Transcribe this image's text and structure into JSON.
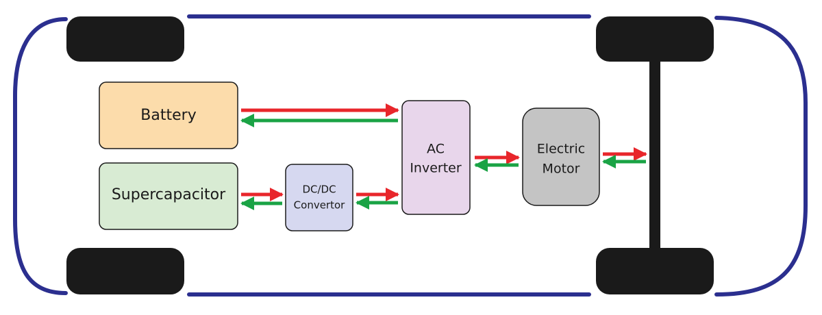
{
  "components": {
    "battery": {
      "label": "Battery"
    },
    "supercapacitor": {
      "label": "Supercapacitor"
    },
    "dcdc": {
      "line1": "DC/DC",
      "line2": "Convertor"
    },
    "inverter": {
      "line1": "AC",
      "line2": "Inverter"
    },
    "motor": {
      "line1": "Electric",
      "line2": "Motor"
    }
  },
  "colors": {
    "body_outline": "#2b2f8f",
    "wheel": "#1a1a1a",
    "axle": "#1a1a1a",
    "forward_arrow": "#e8262b",
    "return_arrow": "#1aa345",
    "battery_fill": "#fcdcab",
    "supercapacitor_fill": "#d8ebd3",
    "dcdc_fill": "#d6d8f0",
    "inverter_fill": "#e8d6eb",
    "motor_fill": "#c4c4c4"
  }
}
